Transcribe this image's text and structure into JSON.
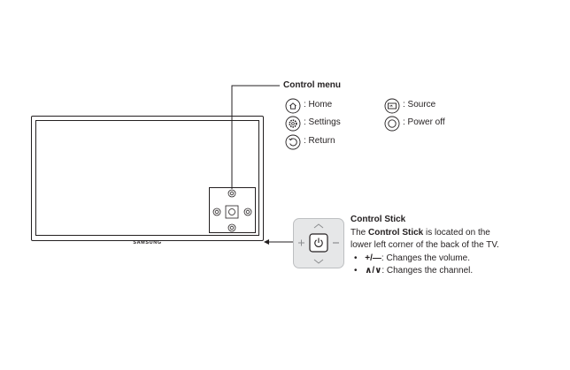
{
  "tv": {
    "brand": "SAMSUNG"
  },
  "control_menu": {
    "title": "Control menu",
    "items": [
      {
        "icon": "home-icon",
        "label": ": Home"
      },
      {
        "icon": "settings-icon",
        "label": ": Settings"
      },
      {
        "icon": "return-icon",
        "label": ": Return"
      },
      {
        "icon": "source-icon",
        "label": ": Source"
      },
      {
        "icon": "power-off-icon",
        "label": ": Power off"
      }
    ]
  },
  "control_stick": {
    "title": "Control Stick",
    "desc_prefix": "The ",
    "desc_bold": "Control Stick",
    "desc_suffix": " is located on the",
    "desc_line2": "lower left corner of the back of the TV.",
    "bullets": [
      {
        "symbol": "+/—",
        "text": ": Changes the volume."
      },
      {
        "symbol": "∧/∨",
        "text": ": Changes the channel."
      }
    ]
  },
  "colors": {
    "line": "#231f20",
    "stick_bg": "#e6e7e8",
    "stick_border": "#bdbfc1"
  }
}
